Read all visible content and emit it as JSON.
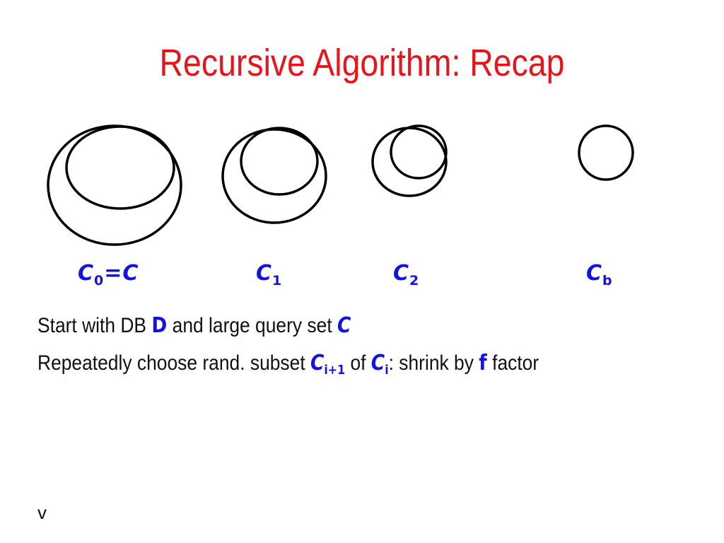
{
  "title": "Recursive Algorithm: Recap",
  "sets": [
    {
      "base": "C",
      "sub": "0",
      "suffix": "C"
    },
    {
      "base": "C",
      "sub": "1"
    },
    {
      "base": "C",
      "sub": "2"
    },
    {
      "base": "C",
      "sub": "b"
    }
  ],
  "line1": {
    "text_a": "Start with DB ",
    "db_symbol": "D",
    "text_b": " and large query set ",
    "query_symbol": "C"
  },
  "line2": {
    "text_a": "Repeatedly choose rand. subset ",
    "subset_base": "C",
    "subset_sub": "i+1",
    "text_b": " of ",
    "of_base": "C",
    "of_sub": "i",
    "text_c": ": shrink by ",
    "factor_symbol": "f",
    "text_d": " factor"
  },
  "footer": "v",
  "colors": {
    "title": "#e8141c",
    "math": "#1414d8",
    "text": "#111111"
  }
}
